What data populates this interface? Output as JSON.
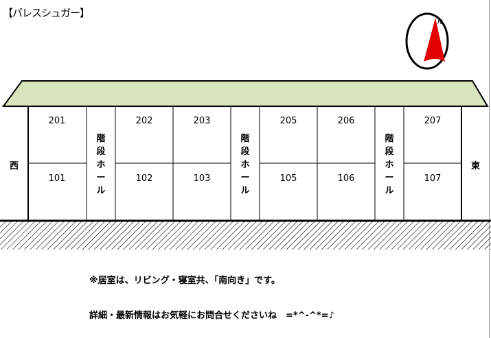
{
  "title": "【パレスシュガー】",
  "compass": {
    "label": "N",
    "color": "#e00000"
  },
  "roof_color": "#d8e4bc",
  "upper_units": [
    "201",
    "202",
    "203",
    "205",
    "206",
    "207"
  ],
  "lower_units": [
    "101",
    "102",
    "103",
    "105",
    "106",
    "107"
  ],
  "stair_chars": [
    "階",
    "段",
    "ホ",
    "ー",
    "ル"
  ],
  "west": "西",
  "east": "東",
  "notes": {
    "line1": "※居室は、リビング・寝室共、「南向き」です。",
    "line2": "詳細・最新情報はお気軽にお問合せくださいね　=*^-^*=♪"
  }
}
